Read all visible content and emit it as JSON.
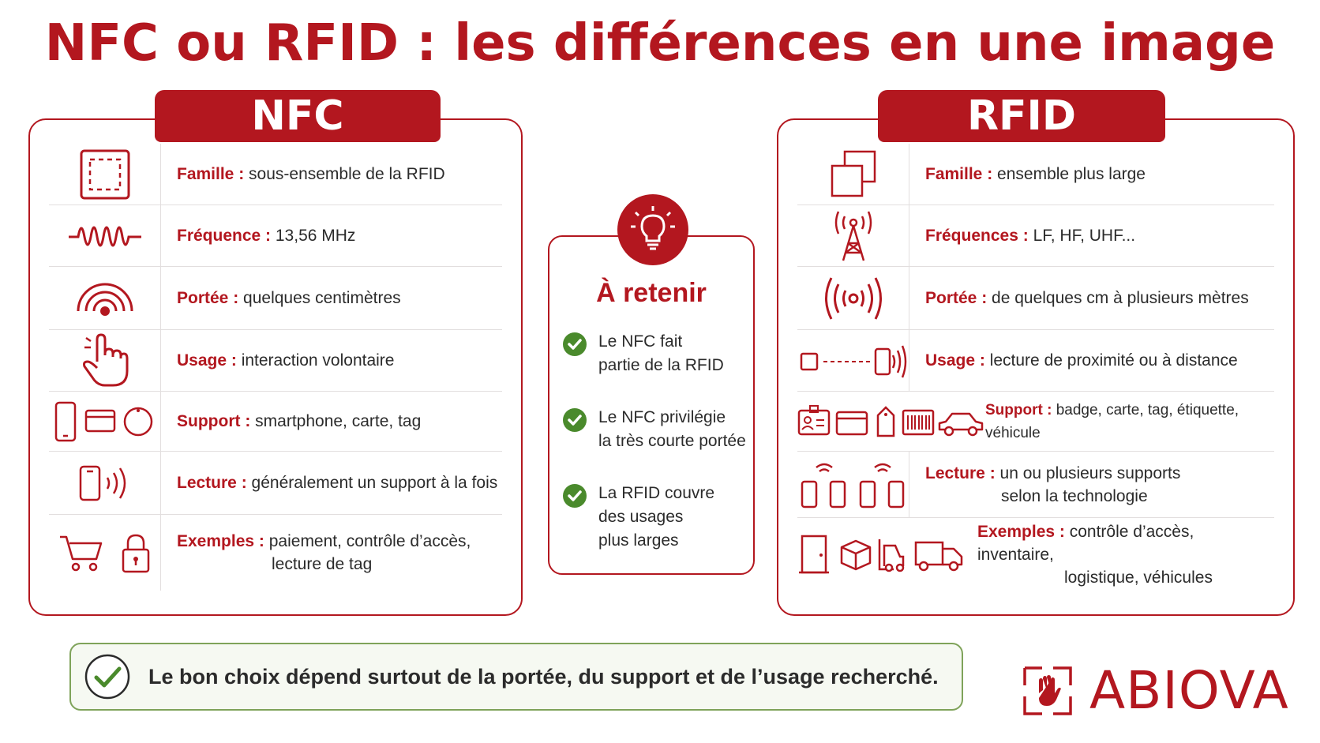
{
  "title": "NFC ou RFID : les différences en une image",
  "colors": {
    "accent": "#b3171f",
    "success": "#4a8a2c"
  },
  "nfc": {
    "heading": "NFC",
    "rows": [
      {
        "icon": "dashed-square-icon",
        "label": "Famille :",
        "text": "sous-ensemble de la RFID"
      },
      {
        "icon": "wave-icon",
        "label": "Fréquence :",
        "text": "13,56 MHz"
      },
      {
        "icon": "signal-arcs-icon",
        "label": "Portée :",
        "text": "quelques centimètres"
      },
      {
        "icon": "hand-pointer-icon",
        "label": "Usage :",
        "text": "interaction volontaire"
      },
      {
        "icon": "smartphone-card-tag-icon",
        "label": "Support :",
        "text": "smartphone, carte, tag"
      },
      {
        "icon": "phone-waves-icon",
        "label": "Lecture :",
        "text": "généralement un support à la fois"
      },
      {
        "icon": "cart-lock-icon",
        "label": "Exemples :",
        "text": "paiement, contrôle d’accès,",
        "text2": "lecture de tag"
      }
    ]
  },
  "rfid": {
    "heading": "RFID",
    "rows": [
      {
        "icon": "stacked-squares-icon",
        "label": "Famille :",
        "text": "ensemble plus large"
      },
      {
        "icon": "antenna-tower-icon",
        "label": "Fréquences :",
        "text": "LF, HF, UHF..."
      },
      {
        "icon": "broadcast-icon",
        "label": "Portée :",
        "text": "de quelques cm à plusieurs mètres"
      },
      {
        "icon": "distance-reading-icon",
        "label": "Usage :",
        "text": "lecture de proximité ou à distance"
      },
      {
        "icon": "badge-card-tag-label-vehicle-icon",
        "label": "Support :",
        "text": "badge, carte, tag, étiquette, véhicule"
      },
      {
        "icon": "multiple-devices-icon",
        "label": "Lecture :",
        "text": "un ou plusieurs supports",
        "text2": "selon la technologie"
      },
      {
        "icon": "door-box-forklift-truck-icon",
        "label": "Exemples :",
        "text": "contrôle d’accès, inventaire,",
        "text2": "logistique, véhicules"
      }
    ]
  },
  "retenir": {
    "title": "À retenir",
    "items": [
      {
        "line1": "Le NFC fait",
        "line2": "partie de la RFID"
      },
      {
        "line1": "Le NFC privilégie",
        "line2": "la très courte portée"
      },
      {
        "line1": "La RFID couvre",
        "line2": "des usages",
        "line3": "plus larges"
      }
    ]
  },
  "conclusion": "Le bon choix dépend surtout de la portée, du support et de l’usage recherché.",
  "logo": "ABIOVA"
}
